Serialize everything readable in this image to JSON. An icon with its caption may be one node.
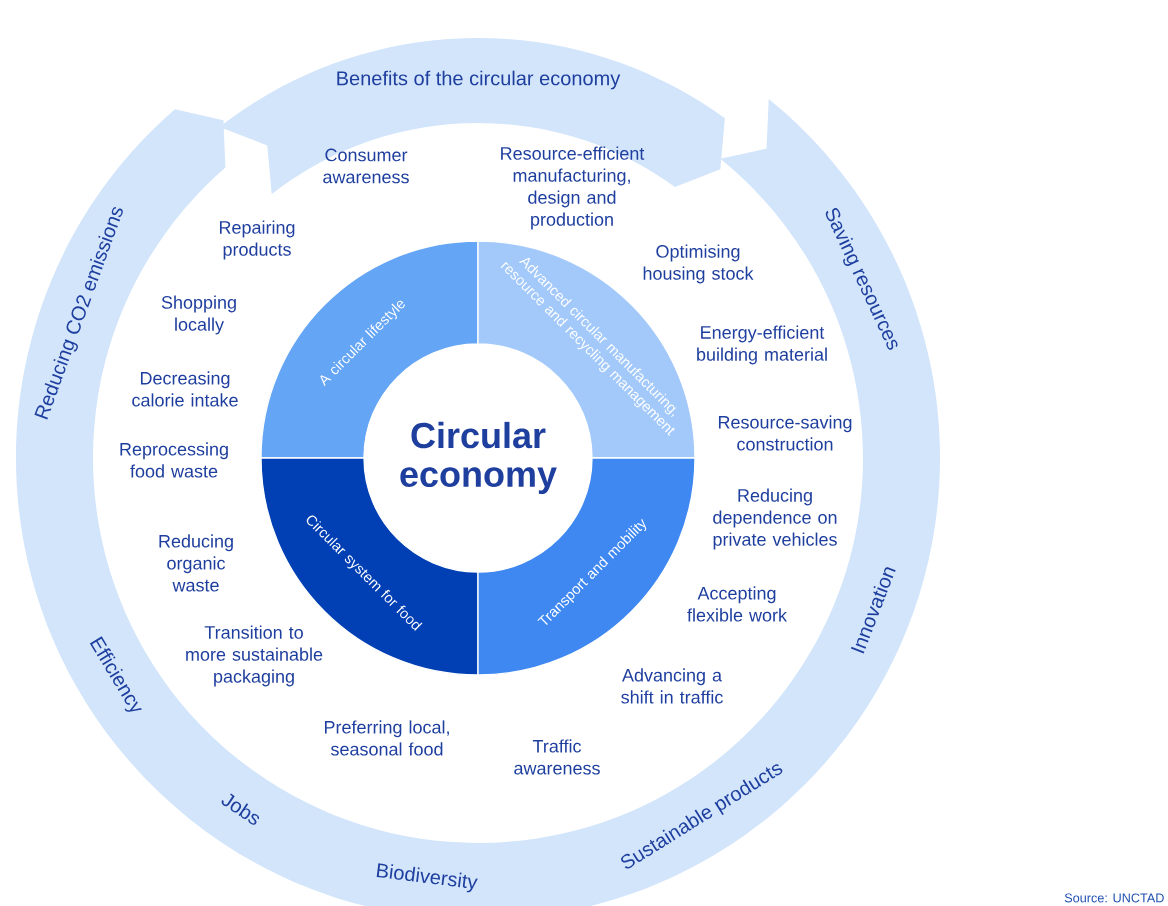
{
  "diagram": {
    "nodes": [
      {
        "text": [
          "Benefits of the circular economy"
        ]
      },
      {
        "text": [
          "Reducing CO2 emissions",
          "Saving resources",
          "Innovation",
          "Sustainable products",
          "Biodiversity",
          "Jobs",
          "Efficiency"
        ]
      },
      {
        "text": [
          "A circular lifestyle"
        ]
      },
      {
        "text": [
          "Advanced circular manufacturing, resource and recycling management"
        ]
      },
      {
        "text": [
          "Circular economy"
        ]
      },
      {
        "text": [
          "Circular system for food"
        ]
      },
      {
        "text": [
          "Transport and mobility"
        ]
      }
    ],
    "labels": [
      "Consumer awareness",
      "Resource-efficient manufacturing, design and production",
      "Repairing products",
      "Optimising housing stock",
      "Shopping locally",
      "Energy-efficient building material",
      "Decreasing calorie intake",
      "Resource-saving construction",
      "Reprocessing food waste",
      "Reducing dependence on private vehicles",
      "Reducing organic waste",
      "Accepting flexible work",
      "Transition to more sustainable packaging",
      "Advancing a shift in traffic",
      "Preferring local, seasonal food",
      "Traffic awareness"
    ],
    "caption": "Source: UNCTAD"
  }
}
